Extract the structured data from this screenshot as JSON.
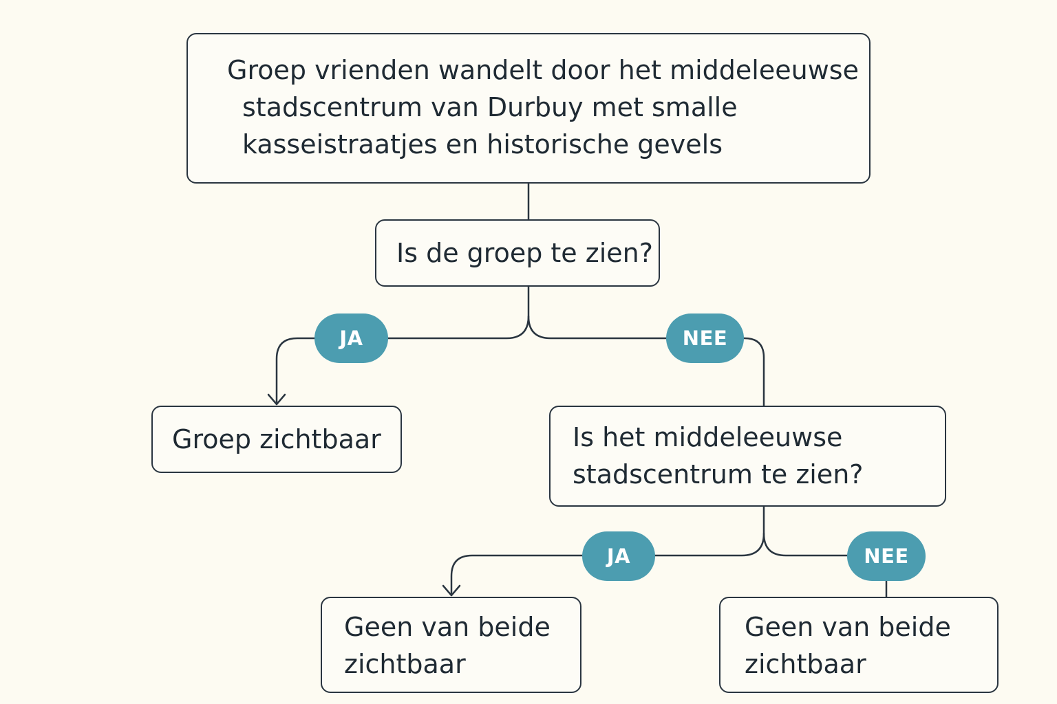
{
  "colors": {
    "background": "#fdfbf2",
    "node_border": "#2a3540",
    "text": "#1f2a33",
    "badge_fill": "#4c9db0",
    "badge_text": "#ffffff"
  },
  "nodes": {
    "root": {
      "lines": [
        "Groep vrienden wandelt door het middeleeuwse",
        "stadscentrum van Durbuy met smalle",
        "kasseistraatjes en historische gevels"
      ]
    },
    "question_group": {
      "text": "Is de groep te zien?"
    },
    "result_group_visible": {
      "text": "Groep zichtbaar"
    },
    "question_center": {
      "lines": [
        "Is het middeleeuwse",
        "stadscentrum te zien?"
      ]
    },
    "result_neither_left": {
      "lines": [
        "Geen van beide",
        "zichtbaar"
      ]
    },
    "result_neither_right": {
      "lines": [
        "Geen van beide",
        "zichtbaar"
      ]
    }
  },
  "edges": {
    "q1_yes": "JA",
    "q1_no": "NEE",
    "q2_yes": "JA",
    "q2_no": "NEE"
  }
}
